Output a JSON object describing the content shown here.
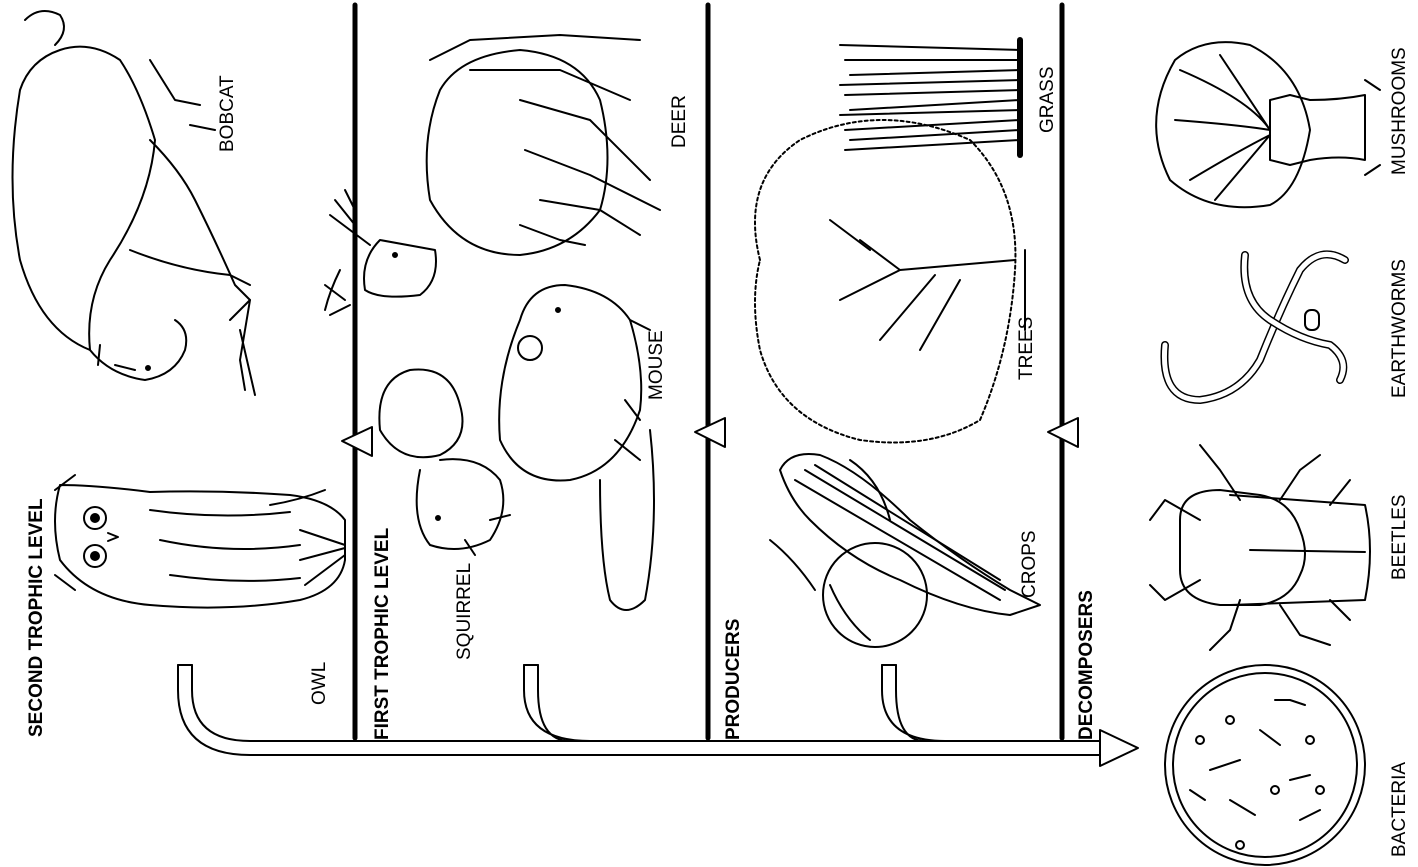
{
  "levels": {
    "second": "SECOND TROPHIC LEVEL",
    "first": "FIRST TROPHIC LEVEL",
    "producers": "PRODUCERS",
    "decomposers": "DECOMPOSERS"
  },
  "organisms": {
    "owl": "OWL",
    "bobcat": "BOBCAT",
    "squirrel": "SQUIRREL",
    "mouse": "MOUSE",
    "deer": "DEER",
    "crops": "CROPS",
    "trees": "TREES",
    "grass": "GRASS",
    "bacteria": "BACTERIA",
    "beetles": "BEETLES",
    "earthworms": "EARTHWORMS",
    "mushrooms": "MUSHROOMS"
  }
}
